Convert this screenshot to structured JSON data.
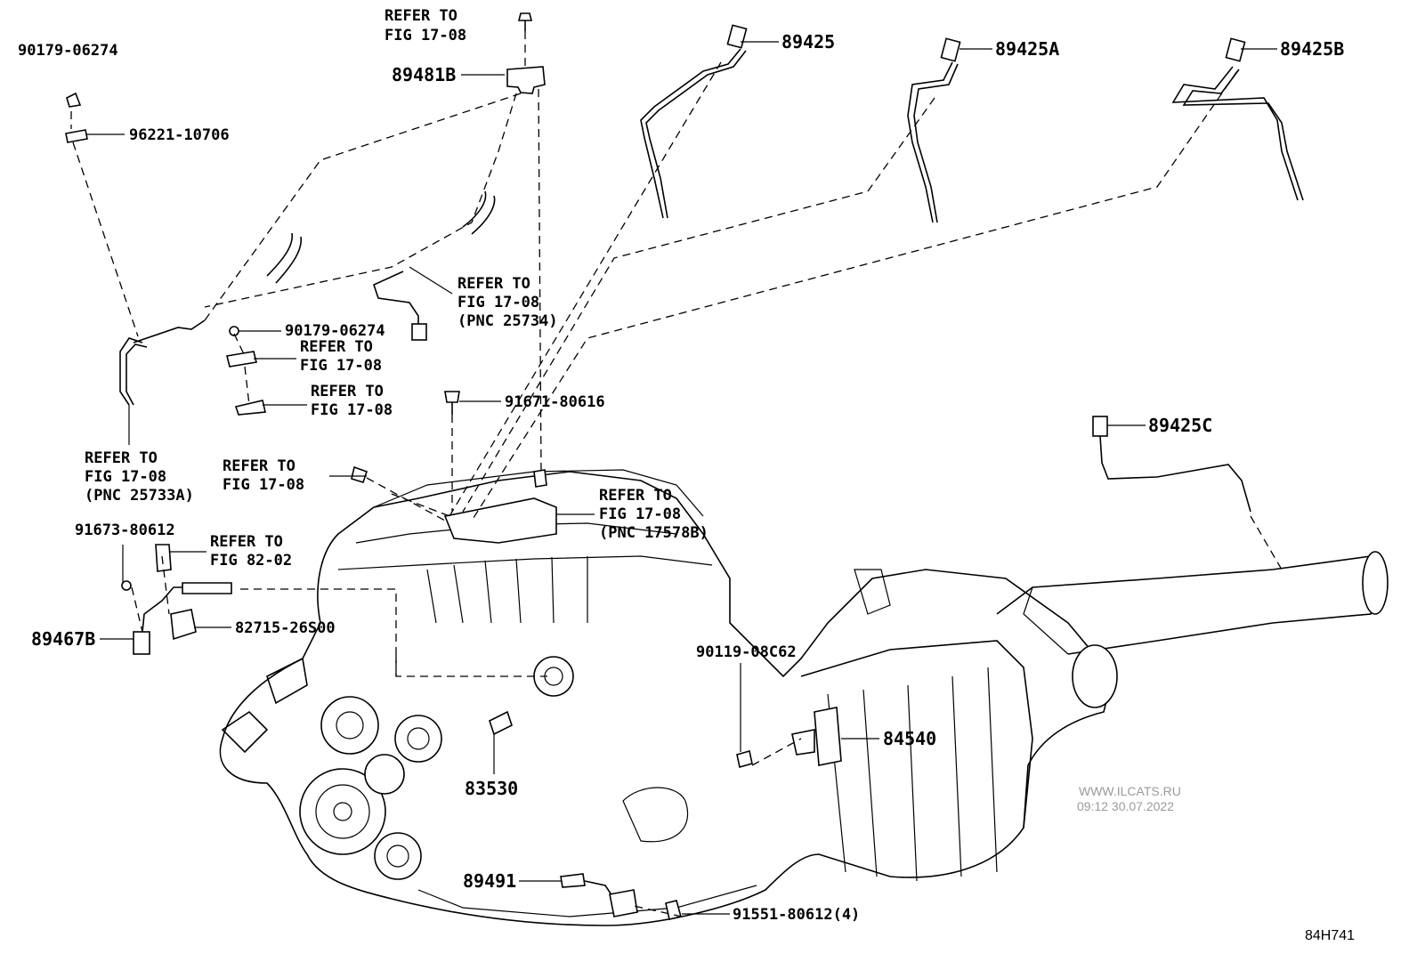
{
  "labels": {
    "p90179_06274_top": "90179-06274",
    "p96221_10706": "96221-10706",
    "refer_top_1": "REFER TO",
    "refer_top_2": "FIG 17-08",
    "p89481B": "89481B",
    "p89425": "89425",
    "p89425A": "89425A",
    "p89425B": "89425B",
    "refer_pnc25734_1": "REFER TO",
    "refer_pnc25734_2": "FIG 17-08",
    "refer_pnc25734_3": "(PNC 25734)",
    "p90179_06274_mid": "90179-06274",
    "refer_mid_a_1": "REFER TO",
    "refer_mid_a_2": "FIG 17-08",
    "refer_mid_b_1": "REFER TO",
    "refer_mid_b_2": "FIG 17-08",
    "p91671_80616": "91671-80616",
    "refer_pnc25733A_1": "REFER TO",
    "refer_pnc25733A_2": "FIG 17-08",
    "refer_pnc25733A_3": "(PNC 25733A)",
    "refer_left_1": "REFER TO",
    "refer_left_2": "FIG 17-08",
    "p89425C": "89425C",
    "refer_pnc17578B_1": "REFER TO",
    "refer_pnc17578B_2": "FIG 17-08",
    "refer_pnc17578B_3": "(PNC 17578B)",
    "p91673_80612": "91673-80612",
    "refer_fig82_1": "REFER TO",
    "refer_fig82_2": "FIG 82-02",
    "p89467B": "89467B",
    "p82715_26S00": "82715-26S00",
    "p90119_08C62": "90119-08C62",
    "p84540": "84540",
    "p83530": "83530",
    "p89491": "89491",
    "p91551_80612": "91551-80612(4)"
  },
  "watermark": {
    "site": "WWW.ILCATS.RU",
    "timestamp": "09:12 30.07.2022"
  },
  "diagram_code": "84H741"
}
